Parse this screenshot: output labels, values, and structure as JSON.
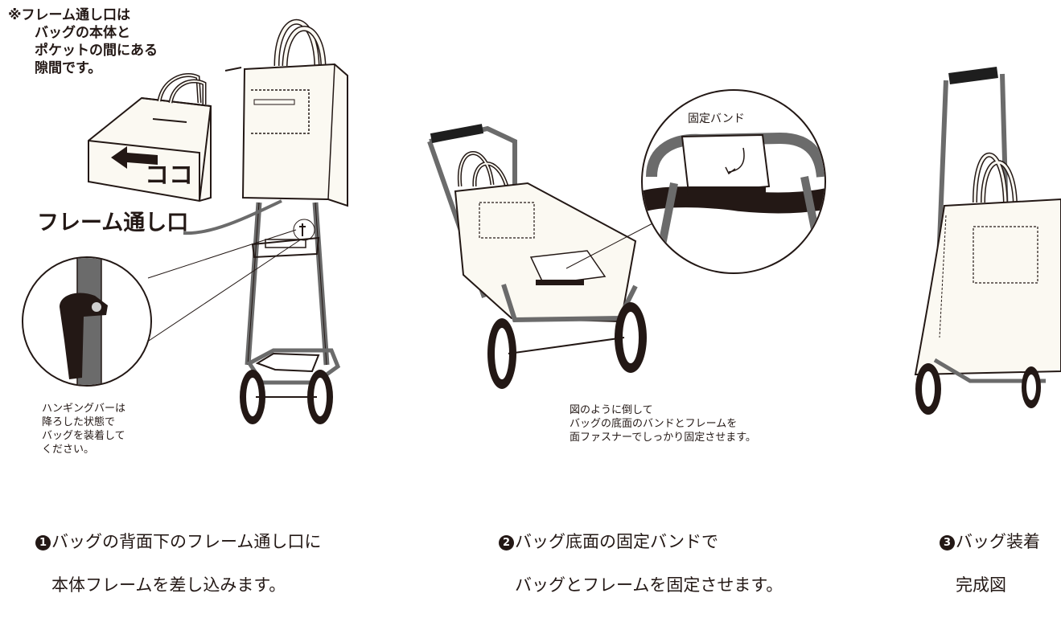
{
  "note": {
    "line1": "※フレーム通し口は",
    "line2": "バッグの本体と",
    "line3": "ポケットの間にある",
    "line4": "隙間です。"
  },
  "koko_label": "ココ",
  "frame_opening_label": "フレーム通し口",
  "hanging_bar_caption": "ハンギングバーは\n降ろした状態で\nバッグを装着して\nください。",
  "fixing_band_label": "固定バンド",
  "step2_caption": "図のように倒して\nバッグの底面のバンドとフレームを\n面ファスナーでしっかり固定させます。",
  "steps": [
    {
      "number": "1",
      "line1": "バッグの背面下のフレーム通し口に",
      "line2": "本体フレームを差し込みます。"
    },
    {
      "number": "2",
      "line1": "バッグ底面の固定バンドで",
      "line2": "バッグとフレームを固定させます。"
    },
    {
      "number": "3",
      "line1": "バッグ装着",
      "line2": "完成図"
    }
  ],
  "colors": {
    "line": "#231815",
    "frame": "#6b6b6b",
    "bag": "#fbf9f2",
    "handle": "#1e1e1e"
  }
}
